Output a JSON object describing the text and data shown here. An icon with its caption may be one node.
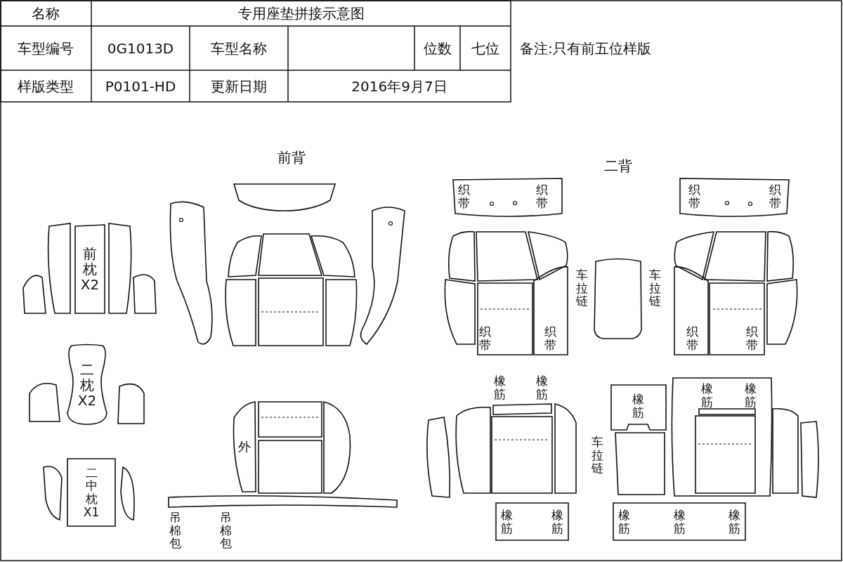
{
  "diagram": {
    "nodes": [
      {
        "text": [
          "前枕X2"
        ]
      },
      {
        "text": [
          "二枕X2"
        ]
      },
      {
        "text": [
          "二中枕X1"
        ]
      },
      {
        "text": [
          "外"
        ]
      },
      {
        "text": [
          "橡筋",
          "橡筋"
        ]
      },
      {
        "text": [
          "橡筋",
          "橡筋",
          "橡筋"
        ]
      }
    ],
    "labels": [
      "名称",
      "专用座垫拼接示意图",
      "车型编号",
      "0G1013D",
      "车型名称",
      "位数",
      "七位",
      "备注:只有前五位样版",
      "样版类型",
      "P0101-HD",
      "更新日期",
      "2016年9月7日",
      "前背",
      "二背",
      "织带",
      "织带",
      "织带",
      "织带",
      "车拉链",
      "车拉链",
      "织带",
      "织带",
      "织带",
      "织带",
      "橡筋",
      "橡筋",
      "橡筋",
      "橡筋",
      "橡筋",
      "车拉链",
      "吊棉包",
      "吊棉包"
    ]
  }
}
